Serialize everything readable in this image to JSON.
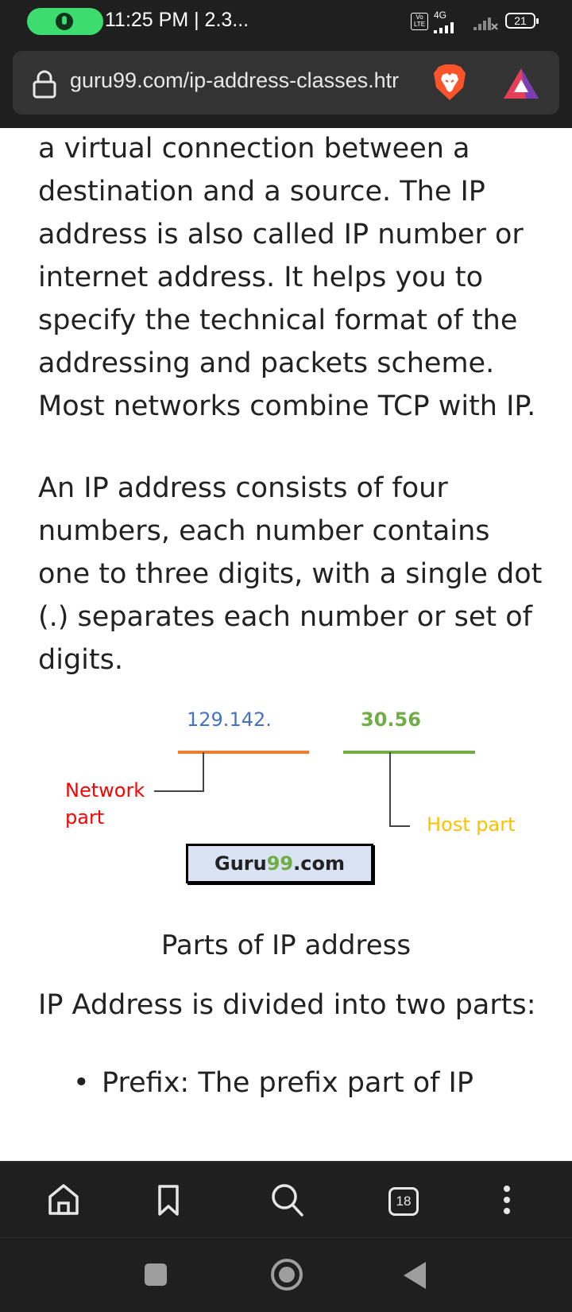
{
  "status_bar": {
    "time": "11:25 PM | 2.3...",
    "volte_label": "Vo LTE",
    "network": "4G",
    "battery": "21"
  },
  "browser": {
    "url": "guru99.com/ip-address-classes.htr",
    "icons": [
      "lock-icon",
      "brave-lion-icon",
      "brave-rewards-icon"
    ]
  },
  "content": {
    "paragraph1": "a virtual connection between a destination and a source. The IP address is also called IP number or internet address. It helps you to specify the technical format of the addressing and packets scheme. Most networks combine TCP with IP.",
    "paragraph2": "An IP address consists of four numbers, each number contains one to three digits, with a single dot (.) separates each number or set of digits.",
    "diagram": {
      "network_number": "129.142.",
      "host_number": "30.56",
      "network_part_label": "Network part",
      "host_part_label": "Host part",
      "brand_prefix": "Guru",
      "brand_highlight": "99",
      "brand_suffix": ".com",
      "colors": {
        "network_number": "#4472c4",
        "network_line": "#ed7d31",
        "host": "#70ad47",
        "network_label": "#ff0000",
        "host_label": "#ffc000"
      }
    },
    "caption": "Parts of IP address",
    "paragraph3": "IP Address is divided into two parts:",
    "bullet1": "Prefix: The prefix part of IP"
  },
  "toolbar": {
    "items": [
      "home-icon",
      "bookmark-icon",
      "search-icon",
      "tabs-button",
      "more-menu-icon"
    ],
    "tabs_count": "18"
  },
  "nav_bar": {
    "items": [
      "recents-button",
      "home-button",
      "back-button"
    ]
  }
}
